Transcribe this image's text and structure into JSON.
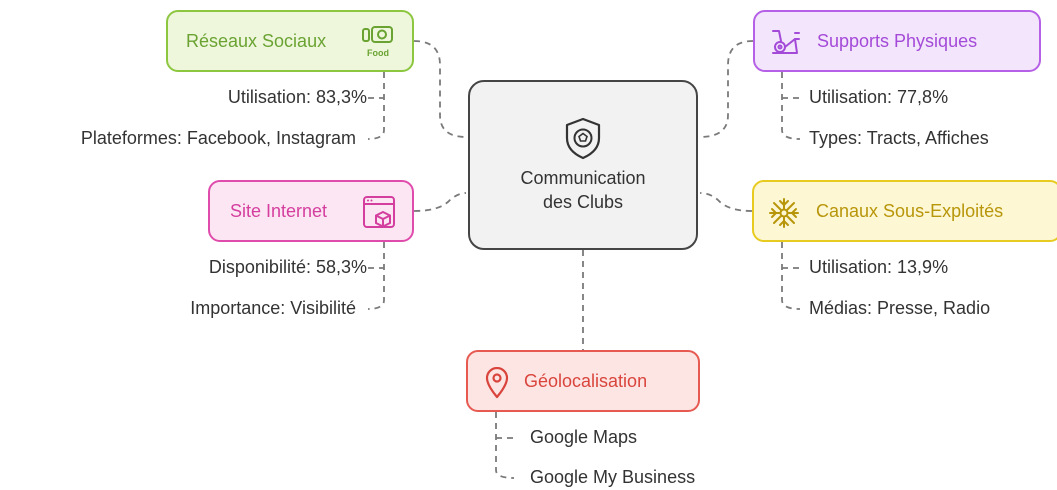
{
  "center": {
    "line1": "Communication",
    "line2": "des Clubs",
    "icon": "soccer-shield-icon"
  },
  "branches": {
    "reseaux": {
      "title": "Réseaux Sociaux",
      "icon": "camera-food-icon",
      "icon_text": "Food",
      "color": "#6aa332",
      "items": [
        "Utilisation: 83,3%",
        "Plateformes: Facebook, Instagram"
      ]
    },
    "site": {
      "title": "Site Internet",
      "icon": "browser-box-icon",
      "color": "#d43e9e",
      "items": [
        "Disponibilité: 58,3%",
        "Importance: Visibilité"
      ]
    },
    "supports": {
      "title": "Supports Physiques",
      "icon": "exercise-bike-icon",
      "color": "#a44ad8",
      "items": [
        "Utilisation: 77,8%",
        "Types: Tracts, Affiches"
      ]
    },
    "canaux": {
      "title": "Canaux Sous-Exploités",
      "icon": "snowflake-badge-icon",
      "color": "#b8960a",
      "items": [
        "Utilisation: 13,9%",
        "Médias: Presse, Radio"
      ]
    },
    "geo": {
      "title": "Géolocalisation",
      "icon": "map-pin-icon",
      "color": "#d9453d",
      "items": [
        "Google Maps",
        "Google My Business"
      ]
    }
  }
}
